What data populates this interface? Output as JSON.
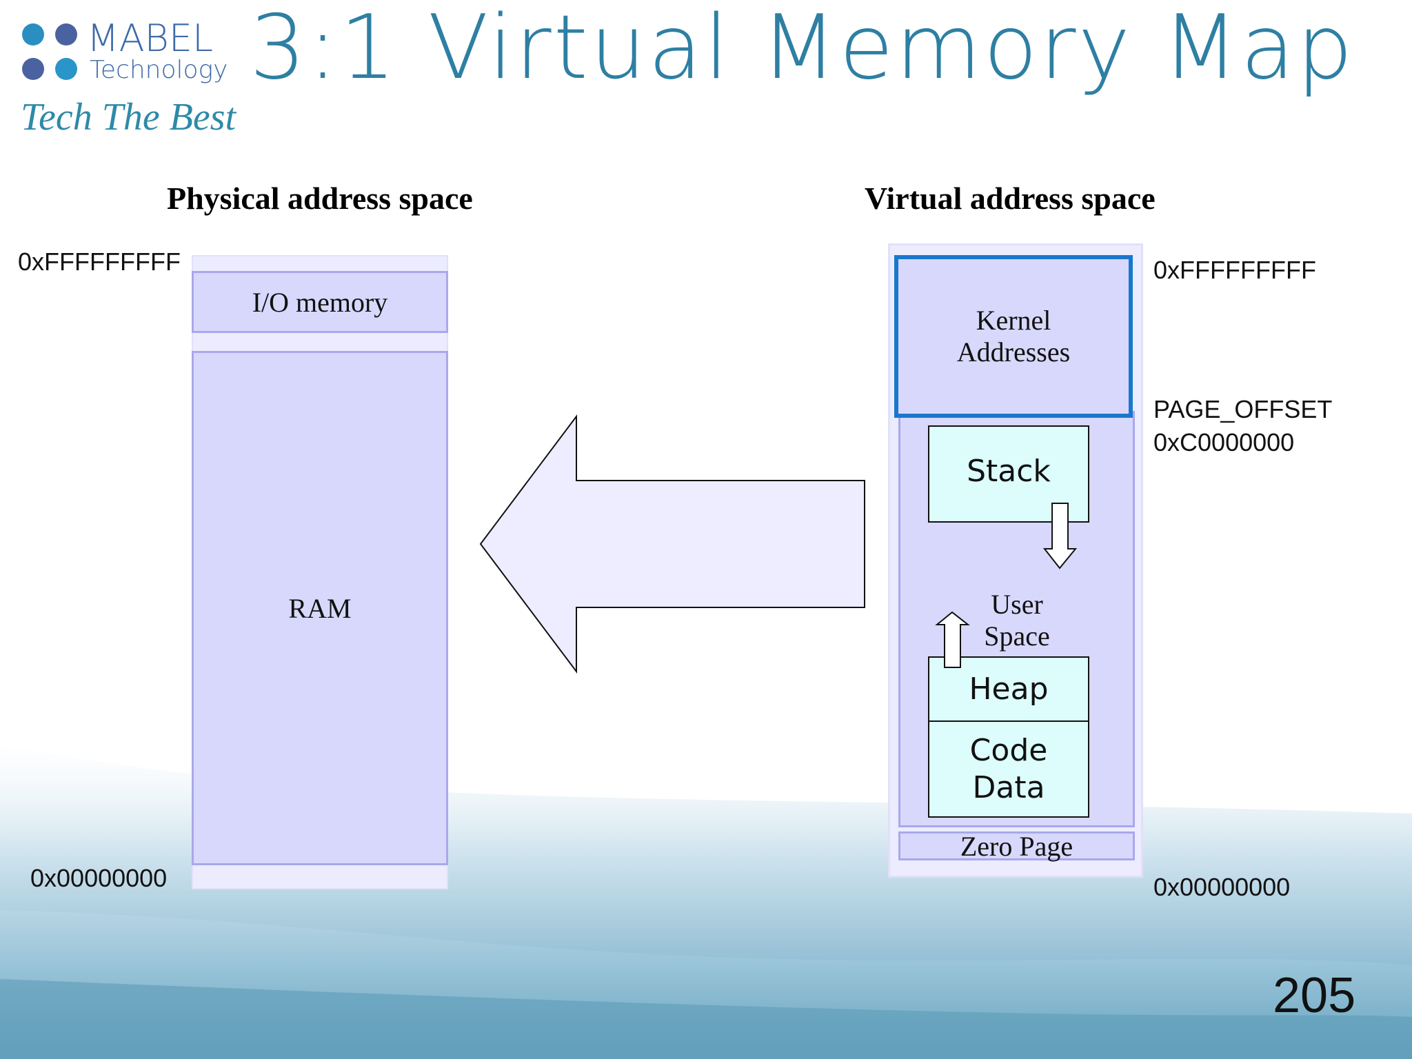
{
  "brand": {
    "name": "MABEL",
    "subtitle": "Technology",
    "slogan": "Tech The Best",
    "dot_colors": [
      "#2a8fc0",
      "#4a62a0",
      "#3a73b0",
      "#2aa0cc"
    ]
  },
  "slide": {
    "title": "3:1 Virtual Memory Map",
    "page_number": "205"
  },
  "physical": {
    "heading": "Physical address space",
    "top_address": "0xFFFFFFFFF",
    "bottom_address": "0x00000000",
    "regions": {
      "io_memory": "I/O memory",
      "ram": "RAM"
    }
  },
  "virtual": {
    "heading": "Virtual address space",
    "top_address": "0xFFFFFFFFF",
    "page_offset_label": "PAGE_OFFSET",
    "page_offset_address": "0xC0000000",
    "bottom_address": "0x00000000",
    "regions": {
      "kernel_line1": "Kernel",
      "kernel_line2": "Addresses",
      "stack": "Stack",
      "user_line1": "User",
      "user_line2": "Space",
      "heap": "Heap",
      "code_line1": "Code",
      "code_line2": "Data",
      "zero_page": "Zero Page"
    }
  },
  "colors": {
    "title": "#2e7fa3",
    "brand_text": "#3d6aa8",
    "slogan": "#2e8aa8",
    "region_fill": "#d8d8fc",
    "region_border": "#a8a8ec",
    "outer_fill": "#ececfe",
    "kernel_border": "#1a78cc",
    "cyan_fill": "#ddfcfc",
    "arrow_fill": "#ededff",
    "background_wave": "#6fa9c4"
  }
}
